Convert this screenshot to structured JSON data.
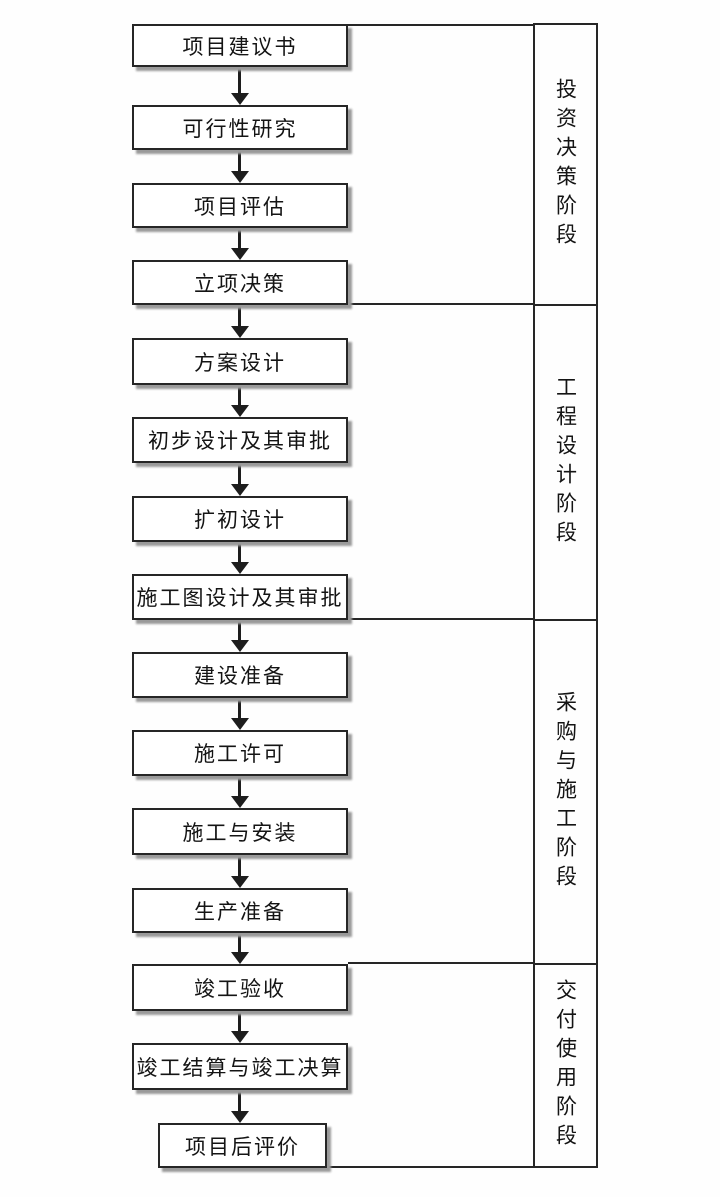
{
  "flow": {
    "boxes": [
      {
        "label": "项目建议书"
      },
      {
        "label": "可行性研究"
      },
      {
        "label": "项目评估"
      },
      {
        "label": "立项决策"
      },
      {
        "label": "方案设计"
      },
      {
        "label": "初步设计及其审批"
      },
      {
        "label": "扩初设计"
      },
      {
        "label": "施工图设计及其审批"
      },
      {
        "label": "建设准备"
      },
      {
        "label": "施工许可"
      },
      {
        "label": "施工与安装"
      },
      {
        "label": "生产准备"
      },
      {
        "label": "竣工验收"
      },
      {
        "label": "竣工结算与竣工决算"
      },
      {
        "label": "项目后评价"
      }
    ]
  },
  "phases": [
    {
      "label": "投资决策阶段"
    },
    {
      "label": "工程设计阶段"
    },
    {
      "label": "采购与施工阶段"
    },
    {
      "label": "交付使用阶段"
    }
  ],
  "colors": {
    "line": "#262626",
    "box_fill": "#ffffff",
    "shadow": "#9a9a9a",
    "text": "#141414",
    "background": "#fefefe"
  }
}
